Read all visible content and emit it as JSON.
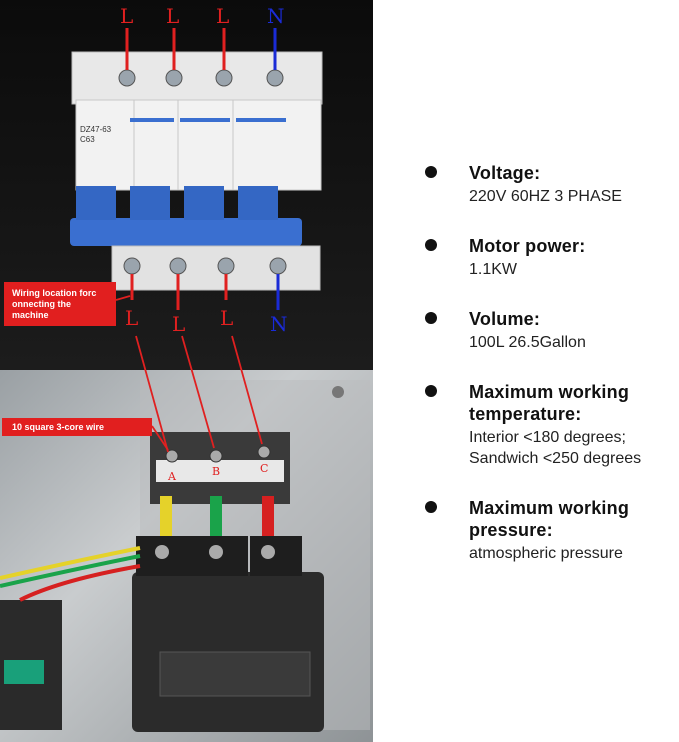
{
  "photo": {
    "breaker_top_labels": [
      "L",
      "L",
      "L",
      "N"
    ],
    "breaker_bottom_labels": [
      "L",
      "L",
      "L",
      "N"
    ],
    "breaker_model": "DZ47-63",
    "breaker_rating": "C63",
    "terminal_labels": [
      "A",
      "B",
      "C"
    ],
    "callout_wiring": "Wiring location forc onnecting the machine",
    "callout_wire": "10 square 3-core wire",
    "colors": {
      "red": "#e02020",
      "blue": "#1a2bd6",
      "callout": "#e11f1f",
      "breaker_blue": "#3a6fd0"
    }
  },
  "specs": [
    {
      "label": "Voltage:",
      "values": [
        "220V 60HZ 3 PHASE"
      ]
    },
    {
      "label": "Motor power:",
      "values": [
        "1.1KW"
      ]
    },
    {
      "label": "Volume:",
      "values": [
        "100L 26.5Gallon"
      ]
    },
    {
      "label": "Maximum working temperature:",
      "values": [
        "Interior <180 degrees;",
        "Sandwich <250 degrees"
      ]
    },
    {
      "label": "Maximum working pressure:",
      "values": [
        "atmospheric pressure"
      ]
    }
  ]
}
